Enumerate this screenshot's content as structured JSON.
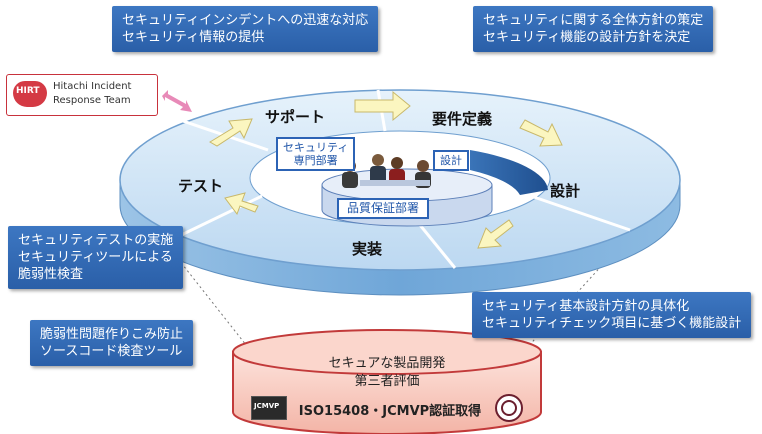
{
  "callouts": {
    "top_left": [
      "セキュリティインシデントへの迅速な対応",
      "セキュリティ情報の提供"
    ],
    "top_right": [
      "セキュリティに関する全体方針の策定",
      "セキュリティ機能の設計方針を決定"
    ],
    "left_mid": [
      "セキュリティテストの実施",
      "セキュリティツールによる",
      "脆弱性検査"
    ],
    "left_bottom": [
      "脆弱性問題作りこみ防止",
      "ソースコード検査ツール"
    ],
    "right_bottom": [
      "セキュリティ基本設計方針の具体化",
      "セキュリティチェック項目に基づく機能設計"
    ]
  },
  "segments": {
    "support": "サポート",
    "requirements": "要件定義",
    "design": "設計",
    "implementation": "実装",
    "test": "テスト"
  },
  "center": {
    "specialist_dept": [
      "セキュリティ",
      "専門部署"
    ],
    "design_box": "設計",
    "qa_dept": "品質保証部署"
  },
  "hirt": {
    "logo": "HIRT",
    "name": [
      "Hitachi Incident",
      "Response Team"
    ]
  },
  "base": {
    "line1": "セキュアな製品開発",
    "line2": "第三者評価",
    "certification": "ISO15408・JCMVP認証取得",
    "logo_left": "JCMVP"
  },
  "colors": {
    "callout": "#2f65b0",
    "ring_top": "#cfe4f6",
    "ring_side": "#7fb1de",
    "arrow": "#fbf6c0",
    "base": "#f6c9bf",
    "base_border": "#c23a3a",
    "hirt_border": "#c8323c",
    "pink_arrow": "#e88ab8"
  }
}
